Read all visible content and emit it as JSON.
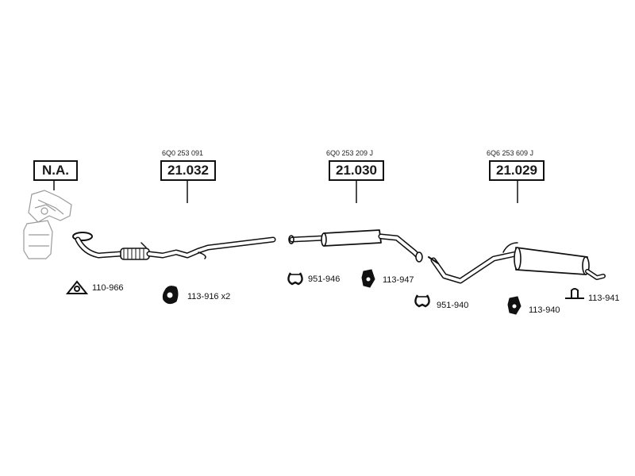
{
  "parts": {
    "na": {
      "number": "N.A."
    },
    "front_pipe": {
      "oem": "6Q0 253 091",
      "number": "21.032"
    },
    "middle_silencer": {
      "oem": "6Q0 253 209 J",
      "number": "21.030"
    },
    "rear_silencer": {
      "oem": "6Q6 253 609 J",
      "number": "21.029"
    }
  },
  "accessories": {
    "gasket": "110-966",
    "hanger_front": "113-916 x2",
    "clamp_mid": "951-946",
    "hanger_mid": "113-947",
    "clamp_rear": "951-940",
    "hanger_rear": "113-940",
    "hanger_tail": "113-941"
  }
}
